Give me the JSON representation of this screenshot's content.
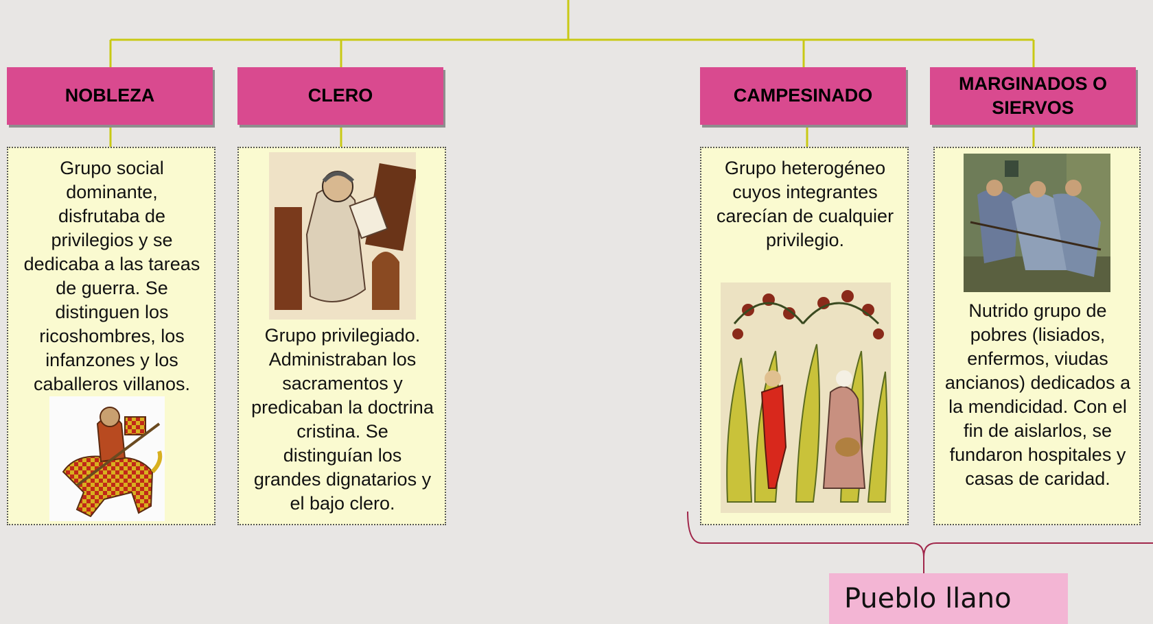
{
  "groups": [
    {
      "title": "NOBLEZA",
      "description": "Grupo social dominante, disfrutaba de privilegios y se dedicaba a las tareas de guerra. Se distinguen los ricoshombres, los infanzones y los caballeros villanos.",
      "image": "knight-on-horse-illustration"
    },
    {
      "title": "CLERO",
      "description": "Grupo privilegiado. Administraban los sacramentos y predicaban la doctrina cristina. Se distinguían los grandes dignatarios y el bajo clero.",
      "image": "monk-writing-manuscript-illustration"
    },
    {
      "title": "CAMPESINADO",
      "description": "Grupo heterogéneo cuyos integrantes carecían de cualquier privilegio.",
      "image": "peasants-harvest-illustration"
    },
    {
      "title": "MARGINADOS O SIERVOS",
      "description": "Nutrido grupo de pobres (lisiados, enfermos, viudas ancianos) dedicados a la mendicidad. Con el fin de aislarlos, se fundaron hospitales y casas de caridad.",
      "image": "blind-leading-blind-painting"
    }
  ],
  "bracket_label": "Pueblo llano",
  "colors": {
    "connector": "#c9c914",
    "header": "#d94a8f",
    "box": "#fafad0",
    "bracket": "#a0264a",
    "label_bg": "#f3b5d4"
  }
}
